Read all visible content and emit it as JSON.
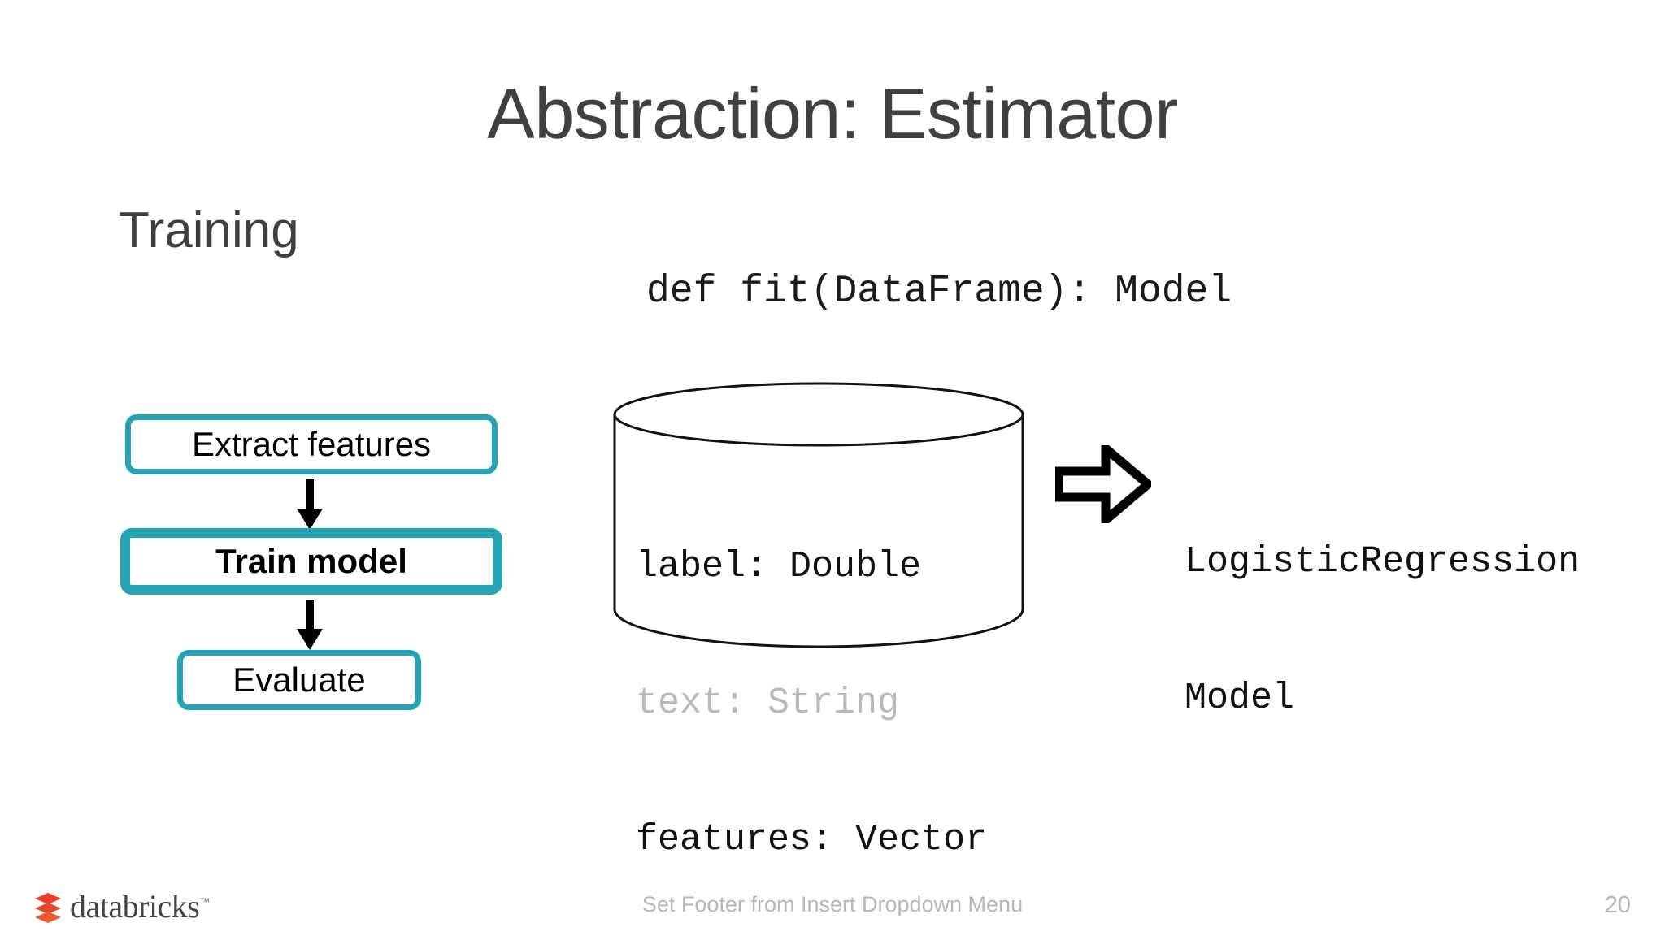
{
  "slide": {
    "title": "Abstraction: Estimator",
    "section_label": "Training",
    "code_signature": "def fit(DataFrame): Model",
    "accent_color": "#26a3b5",
    "title_color": "#404040",
    "muted_color": "#b9b9b9"
  },
  "flow": {
    "steps": [
      {
        "label": "Extract features",
        "emphasized": "false"
      },
      {
        "label": "Train model",
        "emphasized": "true"
      },
      {
        "label": "Evaluate",
        "emphasized": "false"
      }
    ],
    "connector_icon": "arrow-down-icon"
  },
  "dataframe": {
    "shape": "cylinder",
    "schema": [
      {
        "text": "label: Double",
        "muted": "false"
      },
      {
        "text": "text: String",
        "muted": "true"
      },
      {
        "text": "features: Vector",
        "muted": "false"
      }
    ]
  },
  "transform": {
    "arrow_icon": "block-arrow-right-icon",
    "output_lines": [
      "LogisticRegression",
      "Model"
    ]
  },
  "footer": {
    "logo_text": "databricks",
    "logo_trademark": "™",
    "logo_icon": "databricks-bricks-icon",
    "logo_icon_color": "#ef3a26",
    "text": "Set Footer from Insert Dropdown Menu",
    "page_number": "20"
  }
}
